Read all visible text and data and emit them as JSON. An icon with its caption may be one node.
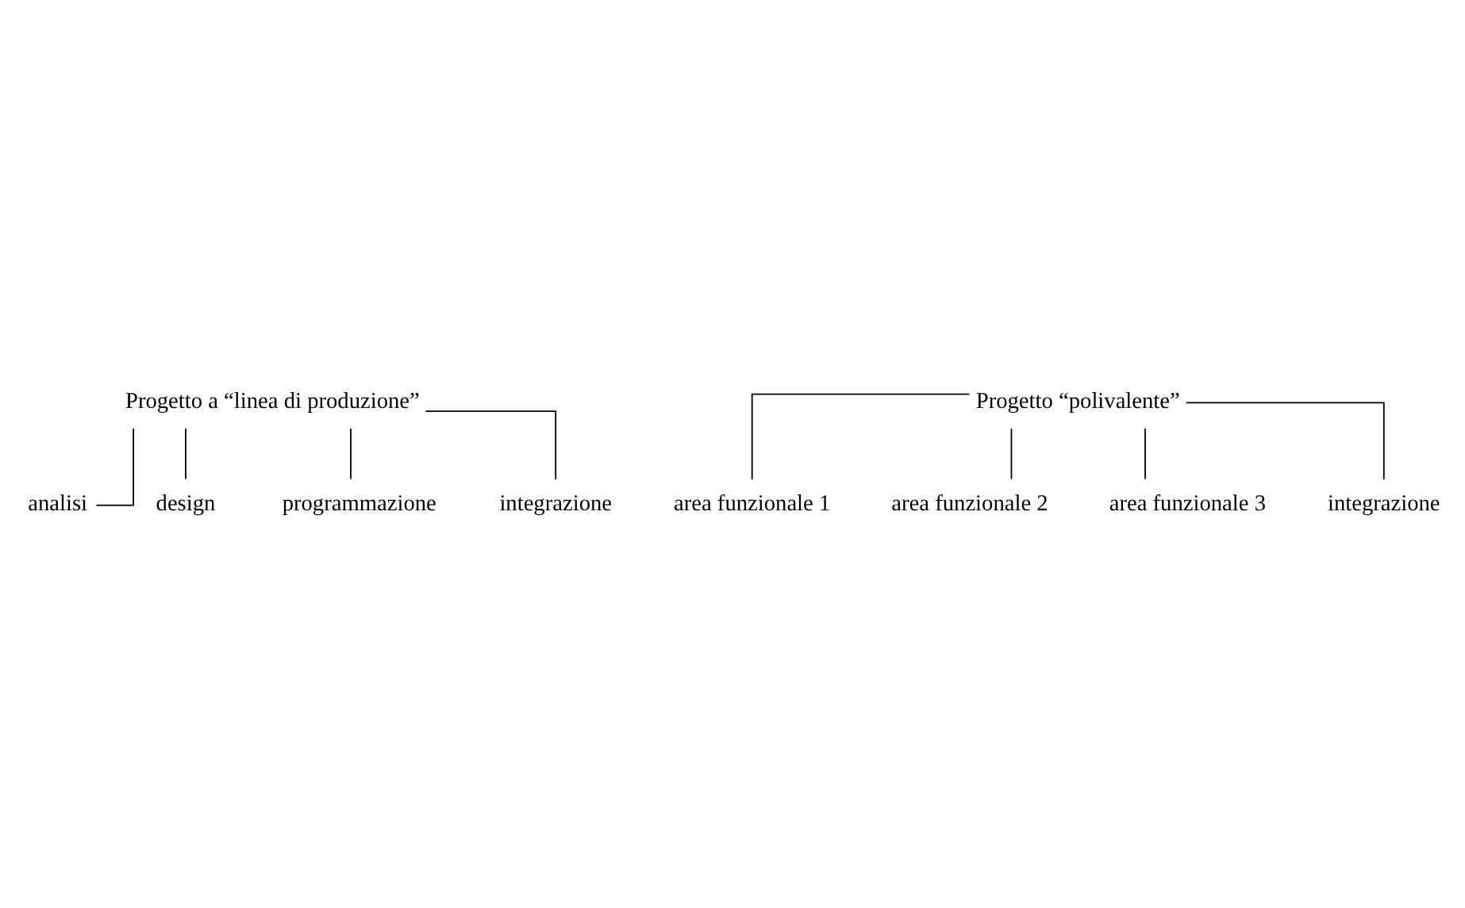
{
  "diagram": {
    "nodes": [
      {
        "text": [
          "Progetto a “linea di produzione”"
        ]
      },
      {
        "text": [
          "analisi"
        ]
      },
      {
        "text": [
          "design"
        ]
      },
      {
        "text": [
          "programmazione"
        ]
      },
      {
        "text": [
          "integrazione"
        ]
      },
      {
        "text": [
          "Progetto “polivalente”"
        ]
      },
      {
        "text": [
          "area funzionale 1"
        ]
      },
      {
        "text": [
          "area funzionale 2"
        ]
      },
      {
        "text": [
          "area funzionale 3"
        ]
      },
      {
        "text": [
          "integrazione"
        ]
      }
    ],
    "edges": [
      {
        "from": 0,
        "to": 1,
        "arrow": "none"
      },
      {
        "from": 0,
        "to": 2,
        "arrow": "none"
      },
      {
        "from": 0,
        "to": 3,
        "arrow": "none"
      },
      {
        "from": 0,
        "to": 4,
        "arrow": "none"
      },
      {
        "from": 5,
        "to": 6,
        "arrow": "none"
      },
      {
        "from": 5,
        "to": 7,
        "arrow": "none"
      },
      {
        "from": 5,
        "to": 8,
        "arrow": "none"
      },
      {
        "from": 5,
        "to": 9,
        "arrow": "none"
      }
    ]
  }
}
